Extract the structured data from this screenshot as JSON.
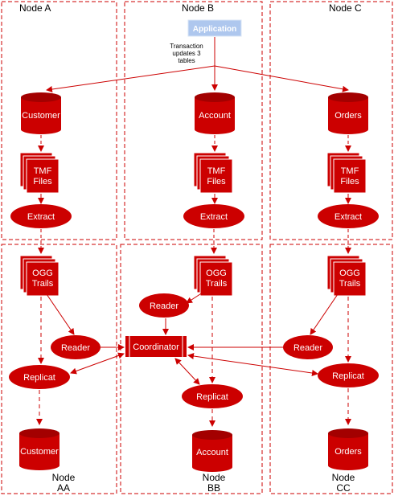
{
  "nodes": {
    "a": "Node A",
    "b": "Node B",
    "c": "Node C",
    "aa_line1": "Node",
    "aa_line2": "AA",
    "bb_line1": "Node",
    "bb_line2": "BB",
    "cc_line1": "Node",
    "cc_line2": "CC"
  },
  "application": "Application",
  "transaction_note": [
    "Transaction",
    "updates 3",
    "tables"
  ],
  "source_tables": [
    "Customer",
    "Account",
    "Orders"
  ],
  "tmf_files": [
    "TMF",
    "Files"
  ],
  "extract": "Extract",
  "ogg_trails": [
    "OGG",
    "Trails"
  ],
  "reader": "Reader",
  "coordinator": "Coordinator",
  "replicat": "Replicat",
  "target_tables": [
    "Customer",
    "Account",
    "Orders"
  ],
  "colors": {
    "shape_fill": "#cc0000",
    "shape_dark": "#990000",
    "arrow": "#cc0000",
    "border_dashed": "#cc0000",
    "application_fill": "#aec7ee"
  }
}
